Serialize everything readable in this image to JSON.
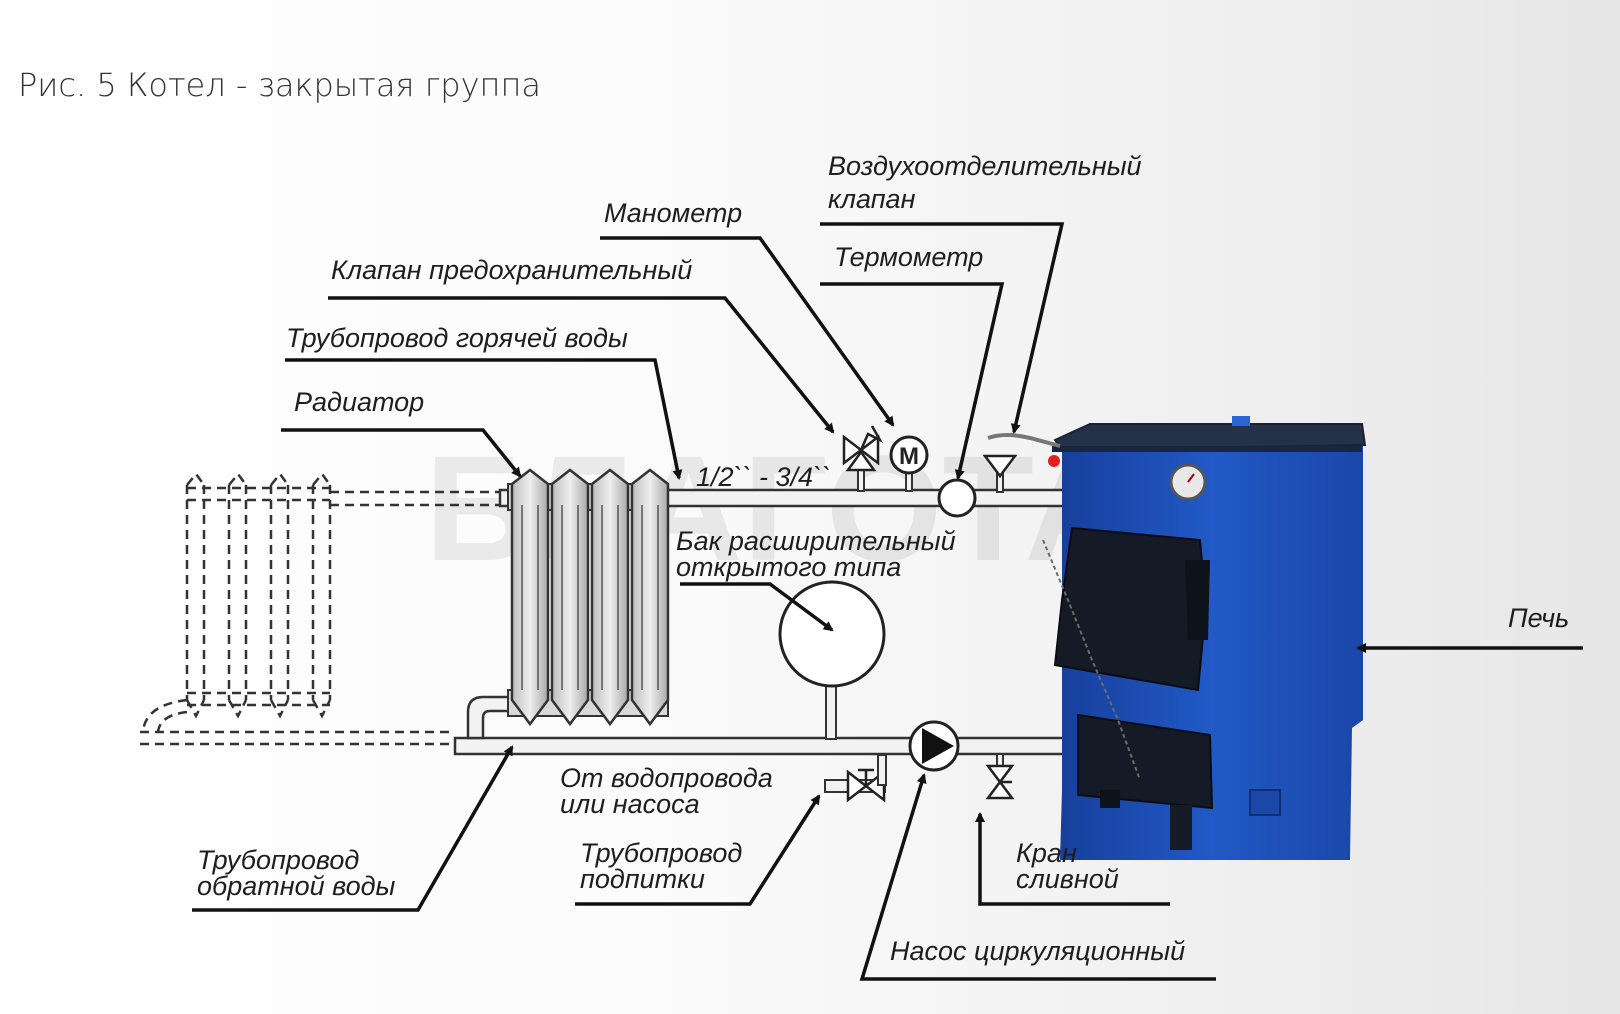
{
  "title": "Рис. 5  Котел - закрытая группа",
  "watermark": "БЛАГОТАР",
  "pipe_size": "1/2`` - 3/4``",
  "labels": {
    "air_valve_1": "Воздухоотделительный",
    "air_valve_2": "клапан",
    "manometer": "Манометр",
    "thermometer": "Термометр",
    "safety_valve": "Клапан предохранительный",
    "hot_pipe": "Трубопровод горячей воды",
    "radiator": "Радиатор",
    "tank_1": "Бак расширительный",
    "tank_2": "открытого типа",
    "stove": "Печь",
    "supply_1": "От водопровода",
    "supply_2": "или насоса",
    "return_1": "Трубопровод",
    "return_2": "обратной воды",
    "feed_1": "Трубопровод",
    "feed_2": "подпитки",
    "drain_1": "Кран",
    "drain_2": "сливной",
    "pump": "Насос циркуляционный"
  },
  "manometer_symbol": "M",
  "colors": {
    "boiler_blue": "#1f4fb8",
    "boiler_top": "#243149",
    "door_dark": "#141a26",
    "pipe_fill": "#f2f2f2",
    "line": "#111111"
  }
}
